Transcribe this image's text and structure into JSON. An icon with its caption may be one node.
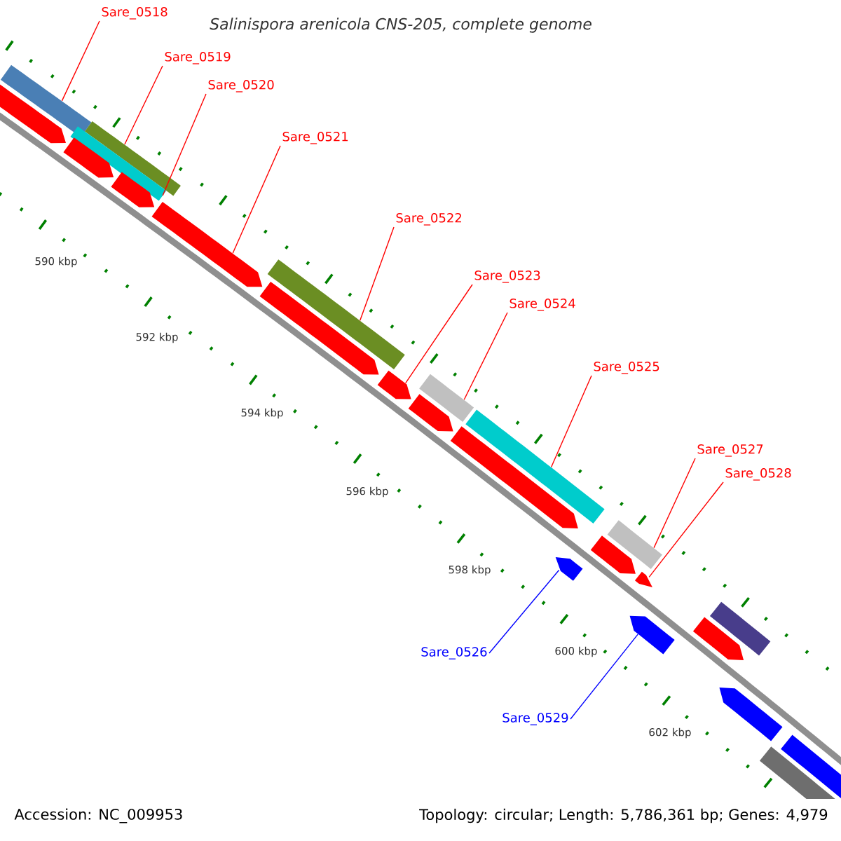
{
  "diagram": {
    "title": "Salinispora arenicola CNS-205, complete genome",
    "nodes": [
      {
        "text": [
          "Sare_0518"
        ]
      },
      {
        "text": [],
        "shape": "bar"
      },
      {
        "text": [
          "Sare_0519"
        ]
      },
      {
        "text": [],
        "shape": "bar"
      },
      {
        "text": [
          "Sare_0520"
        ]
      },
      {
        "text": [],
        "shape": "bar"
      },
      {
        "text": [
          "Sare_0521"
        ]
      },
      {
        "text": [],
        "shape": "arrow"
      },
      {
        "text": [
          "Sare_0522"
        ]
      },
      {
        "text": [],
        "shape": "bar"
      },
      {
        "text": [
          "Sare_0523"
        ]
      },
      {
        "text": [],
        "shape": "arrow"
      },
      {
        "text": [
          "Sare_0524"
        ]
      },
      {
        "text": [],
        "shape": "bar"
      },
      {
        "text": [
          "Sare_0525"
        ]
      },
      {
        "text": [],
        "shape": "bar"
      },
      {
        "text": [
          "Sare_0527"
        ]
      },
      {
        "text": [],
        "shape": "bar"
      },
      {
        "text": [
          "Sare_0528"
        ]
      },
      {
        "text": [],
        "shape": "arrow"
      },
      {
        "text": [
          "Sare_0526"
        ]
      },
      {
        "text": [],
        "shape": "arrow"
      },
      {
        "text": [
          "Sare_0529"
        ]
      },
      {
        "text": [],
        "shape": "arrow"
      },
      {
        "text": [],
        "shape": "arrow"
      },
      {
        "text": [],
        "shape": "arrow"
      },
      {
        "text": [],
        "shape": "arrow"
      },
      {
        "text": [],
        "shape": "arrow"
      },
      {
        "text": [],
        "shape": "arrow"
      },
      {
        "text": [],
        "shape": "arrow"
      },
      {
        "text": [],
        "shape": "arrow"
      },
      {
        "text": [],
        "shape": "arrow"
      },
      {
        "text": [],
        "shape": "bar"
      },
      {
        "text": [],
        "shape": "arrow"
      },
      {
        "text": [],
        "shape": "bar"
      },
      {
        "text": [],
        "shape": "arrow"
      }
    ],
    "edges": [
      {
        "from": 0,
        "to": 1,
        "arrow": "none"
      },
      {
        "from": 2,
        "to": 3,
        "arrow": "none"
      },
      {
        "from": 4,
        "to": 5,
        "arrow": "none"
      },
      {
        "from": 6,
        "to": 7,
        "arrow": "none"
      },
      {
        "from": 8,
        "to": 9,
        "arrow": "none"
      },
      {
        "from": 10,
        "to": 11,
        "arrow": "none"
      },
      {
        "from": 12,
        "to": 13,
        "arrow": "none"
      },
      {
        "from": 14,
        "to": 15,
        "arrow": "none"
      },
      {
        "from": 16,
        "to": 17,
        "arrow": "none"
      },
      {
        "from": 18,
        "to": 19,
        "arrow": "none"
      },
      {
        "from": 20,
        "to": 21,
        "arrow": "none",
        "color": "#0000ff"
      },
      {
        "from": 22,
        "to": 23,
        "arrow": "none",
        "color": "#0000ff"
      }
    ],
    "labels": [
      "590 kbp",
      "592 kbp",
      "594 kbp",
      "596 kbp",
      "598 kbp",
      "600 kbp",
      "602 kbp",
      "Accession: NC_009953",
      "Topology: circular; Length: 5,786,361 bp; Genes: 4,979"
    ]
  }
}
